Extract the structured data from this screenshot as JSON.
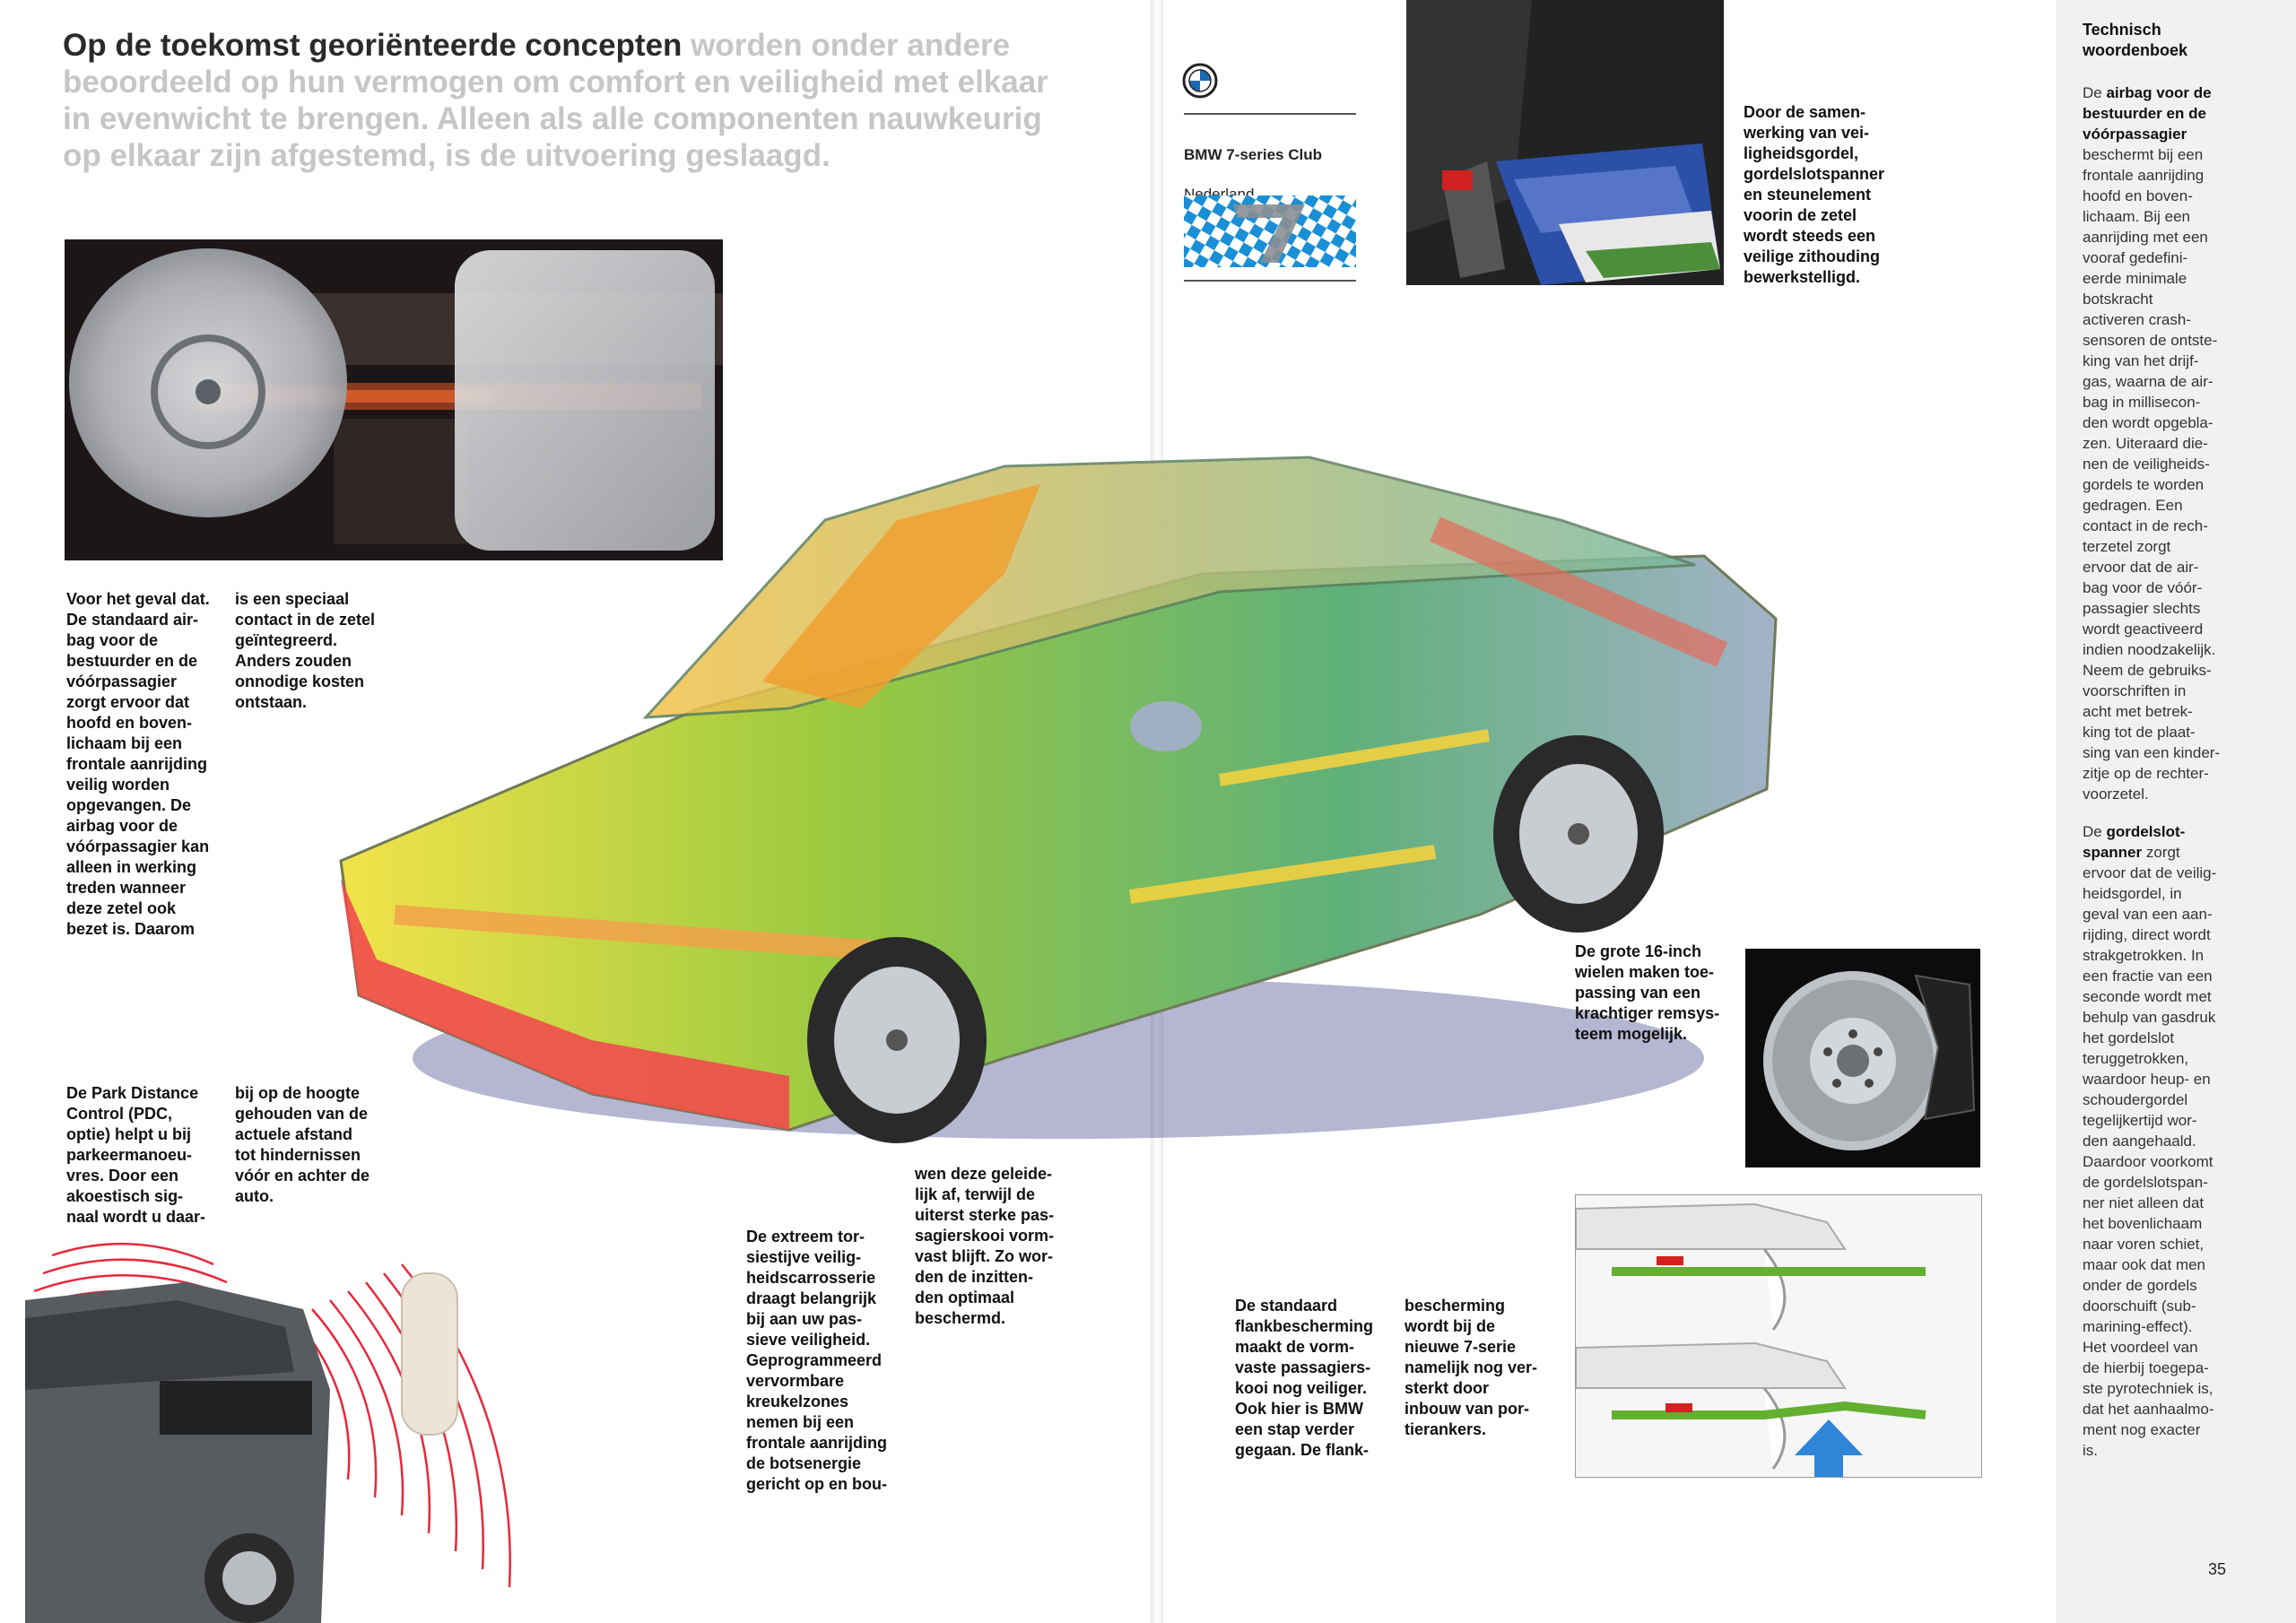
{
  "headline": {
    "lead": "Op de toekomst georiënteerde concepten",
    "rest": " worden onder andere beoordeeld op hun vermogen om comfort en veiligheid met elkaar in evenwicht te brengen. Alleen als alle componenten nauwkeurig op elkaar zijn afgestemd, is de uitvoering geslaagd."
  },
  "club": {
    "line1": "BMW 7-series Club",
    "line2": "Nederland"
  },
  "texts": {
    "airbag_col1": "Voor het geval dat.\nDe standaard air-\nbag voor de\nbestuurder en de\nvóórpassagier\nzorgt ervoor dat\nhoofd en boven-\nlichaam bij een\nfrontale aanrijding\nveilig worden\nopgevangen. De\nairbag voor de\nvóórpassagier kan\nalleen in werking\ntreden wanneer\ndeze zetel ook\nbezet is. Daarom",
    "airbag_col2": "is een speciaal\ncontact in de zetel\ngeïntegreerd.\nAnders zouden\nonnodige kosten\nontstaan.",
    "pdc_col1": "De Park Distance\nControl (PDC,\noptie) helpt u bij\nparkeermanoeu-\nvres. Door een\nakoestisch sig-\nnaal wordt u daar-",
    "pdc_col2": "bij op de hoogte\ngehouden van de\nactuele afstand\ntot hindernissen\nvóór en achter de\nauto.",
    "body_col1": "De extreem tor-\nsiestijve veilig-\nheidscarrosserie\ndraagt belangrijk\nbij aan uw pas-\nsieve veiligheid.\nGeprogrammeerd\nvervormbare\nkreukelzones\nnemen bij een\nfrontale aanrijding\nde botsenergie\ngericht op en bou-",
    "body_col2": "wen deze geleide-\nlijk af, terwijl de\nuiterst sterke pas-\nsagierskooi vorm-\nvast blijft. Zo wor-\nden de inzitten-\nden optimaal\nbeschermd.",
    "seat": "Door de samen-\nwerking van vei-\nligheidsgordel,\ngordelslotspanner\nen steunelement\nvoorin de zetel\nwordt steeds een\nveilige zithouding\nbewerkstelligd.",
    "wheels": "De grote 16-inch\nwielen maken toe-\npassing van een\nkrachtiger remsys-\nteem mogelijk.",
    "flank_col1": "De standaard\nflankbescherming\nmaakt de vorm-\nvaste passagiers-\nkooi nog veiliger.\nOok hier is BMW\neen stap verder\ngegaan. De flank-",
    "flank_col2": "bescherming\nwordt bij de\nnieuwe 7-serie\nnamelijk nog ver-\nsterkt door\ninbouw van por-\ntierankers."
  },
  "sidebar": {
    "title": "Technisch\nwoordenboek",
    "p1_pre": "De ",
    "p1_bold": "airbag voor de\nbestuurder en de\nvóórpassagier",
    "p1_rest": "\nbeschermt bij een\nfrontale aanrijding\nhoofd en boven-\nlichaam. Bij een\naanrijding met een\nvooraf gedefini-\neerde minimale\nbotskracht\nactiveren crash-\nsensoren de ontste-\nking van het drijf-\ngas, waarna de air-\nbag in millisecon-\nden wordt opgebla-\nzen. Uiteraard die-\nnen de veiligheids-\ngordels te worden\ngedragen. Een\ncontact in de rech-\nterzetel zorgt\nervoor dat de air-\nbag voor de vóór-\npassagier slechts\nwordt geactiveerd\nindien noodzakelijk.\nNeem de gebruiks-\nvoorschriften in\nacht met betrek-\nking tot de plaat-\nsing van een kinder-\nzitje op de rechter-\nvoorzetel.",
    "p2_pre": "De ",
    "p2_bold": "gordelslot-\nspanner",
    "p2_rest": " zorgt\nervoor dat de veilig-\nheidsgordel, in\ngeval van een aan-\nrijding, direct wordt\nstrakgetrokken. In\neen fractie van een\nseconde wordt met\nbehulp van gasdruk\nhet gordelslot\nteruggetrokken,\nwaardoor heup- en\nschoudergordel\ntegelijkertijd wor-\nden aangehaald.\nDaardoor voorkomt\nde gordelslotspan-\nner niet alleen dat\nhet bovenlichaam\nnaar voren schiet,\nmaar ook dat men\nonder de gordels\ndoorschuift (sub-\nmarining-effect).\nHet voordeel van\nde hierbij toegepa-\nste pyrotechniek is,\ndat het aanhaalmo-\nment nog exacter\nis."
  },
  "page_number": "35",
  "colors": {
    "headline_dark": "#2a2a2a",
    "headline_light": "#c6c6c6",
    "pdc_wave": "#e8283c",
    "bavarian_blue": "#1a8fd6",
    "arrow_blue": "#2f86d8",
    "side_member_green": "#63b030"
  }
}
